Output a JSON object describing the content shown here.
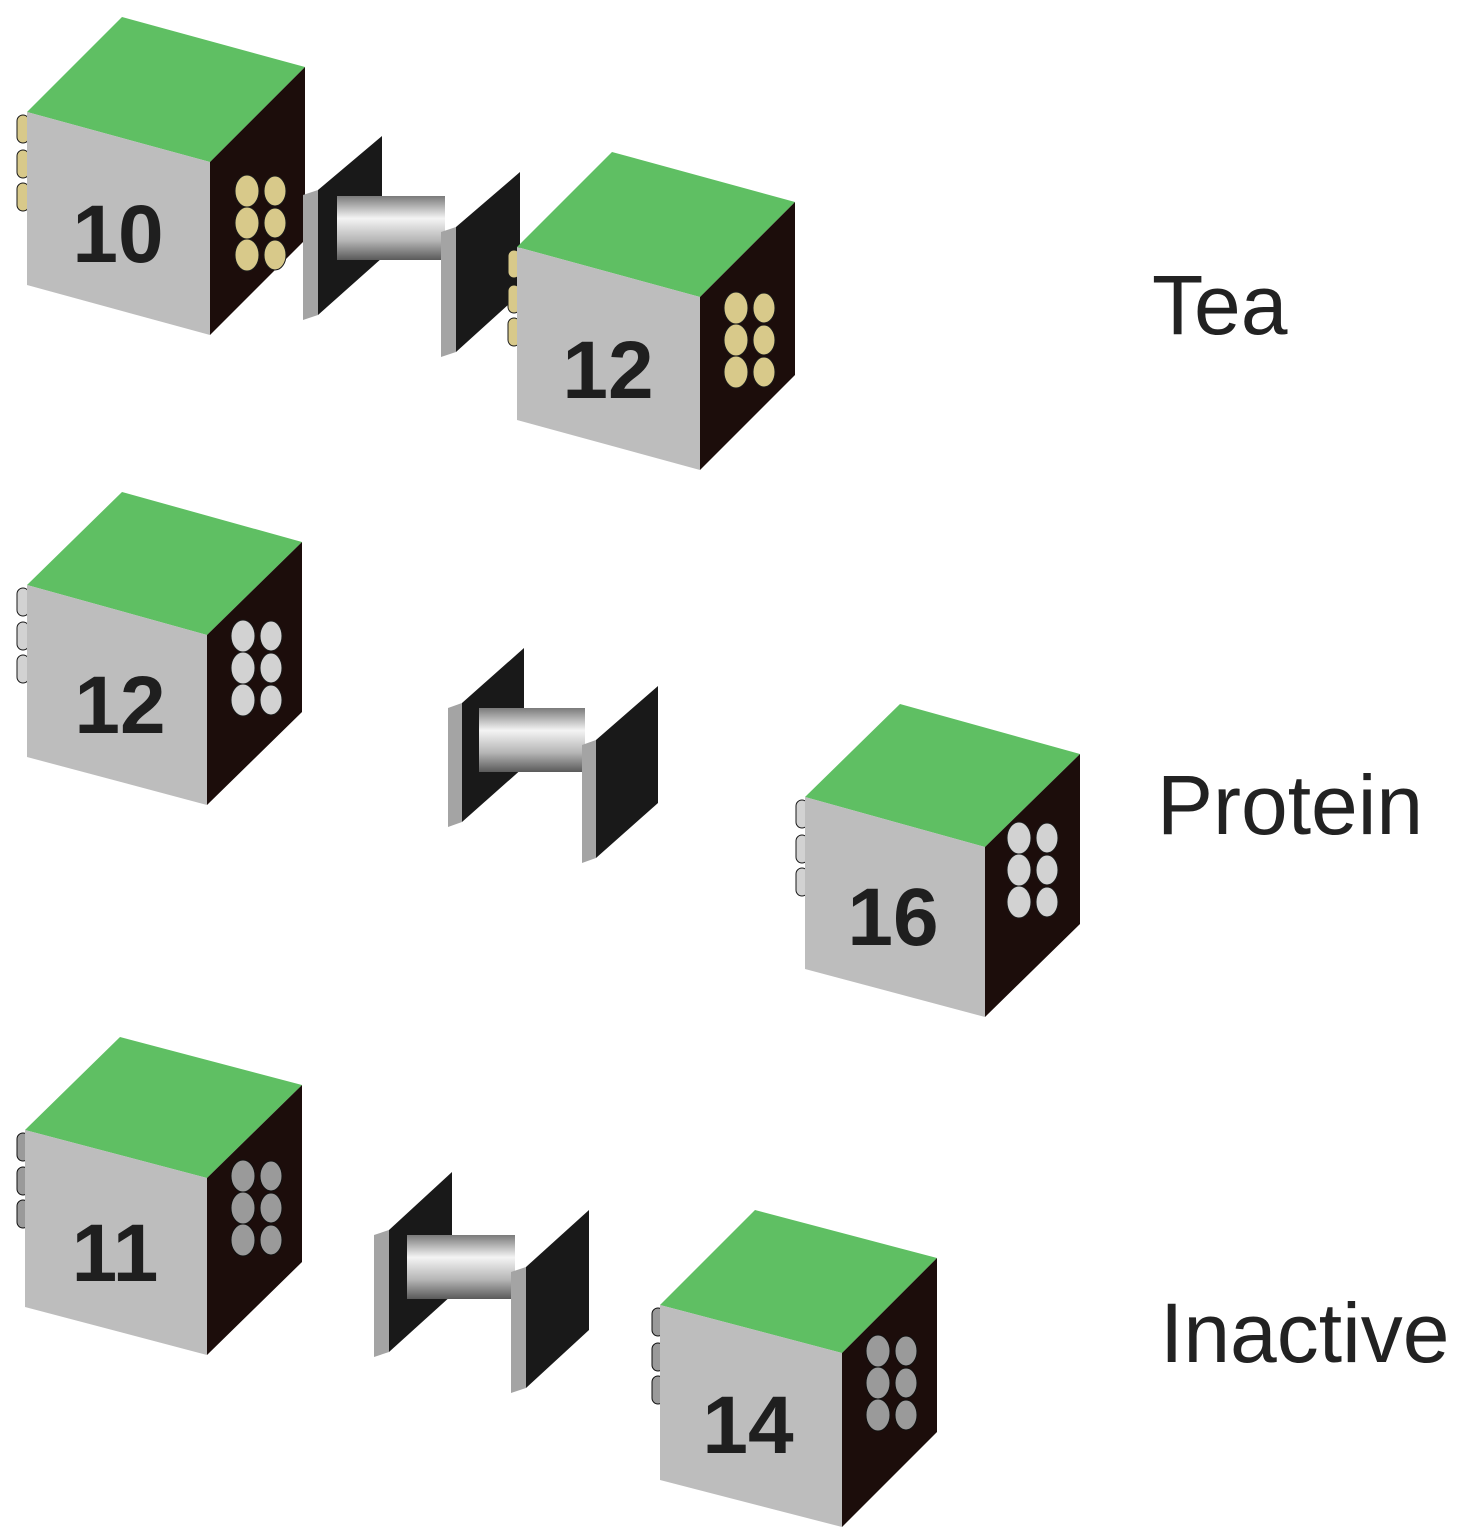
{
  "colors": {
    "top_face": "#5fbf63",
    "front_face": "#bdbdbd",
    "side_face": "#1c0d0b",
    "plate_edge": "#a4a4a4",
    "plate_face": "#191919",
    "rod_light": "#f2f2f2",
    "rod_dark": "#6e6e6e",
    "label_text": "#222222",
    "cube_number": "#1f1f1f",
    "peg_tea": "#d8c98a",
    "peg_protein": "#d2d2d2",
    "peg_inactive": "#9a9a9a"
  },
  "rows": [
    {
      "label": "Tea",
      "peg_style": "peg_tea",
      "cubes": [
        {
          "number": "10"
        },
        {
          "number": "12"
        }
      ]
    },
    {
      "label": "Protein",
      "peg_style": "peg_protein",
      "cubes": [
        {
          "number": "12"
        },
        {
          "number": "16"
        }
      ]
    },
    {
      "label": "Inactive",
      "peg_style": "peg_inactive",
      "cubes": [
        {
          "number": "11"
        },
        {
          "number": "14"
        }
      ]
    }
  ]
}
